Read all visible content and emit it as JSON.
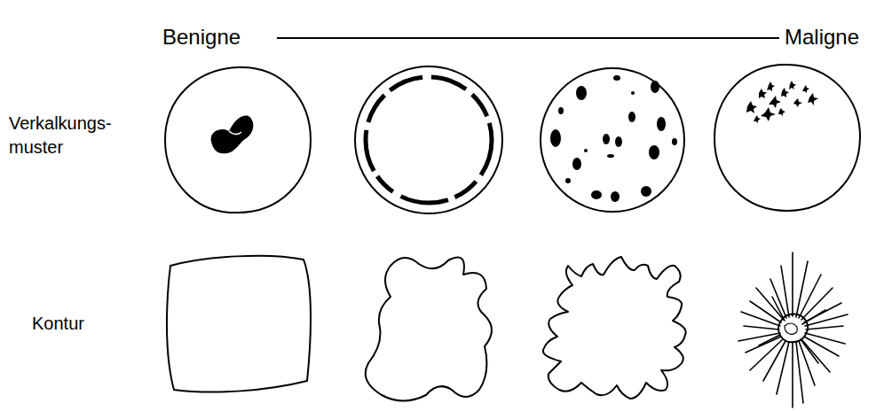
{
  "diagram": {
    "labels": [
      "Benigne",
      "Maligne",
      "Verkalkungs- muster",
      "Kontur"
    ]
  }
}
